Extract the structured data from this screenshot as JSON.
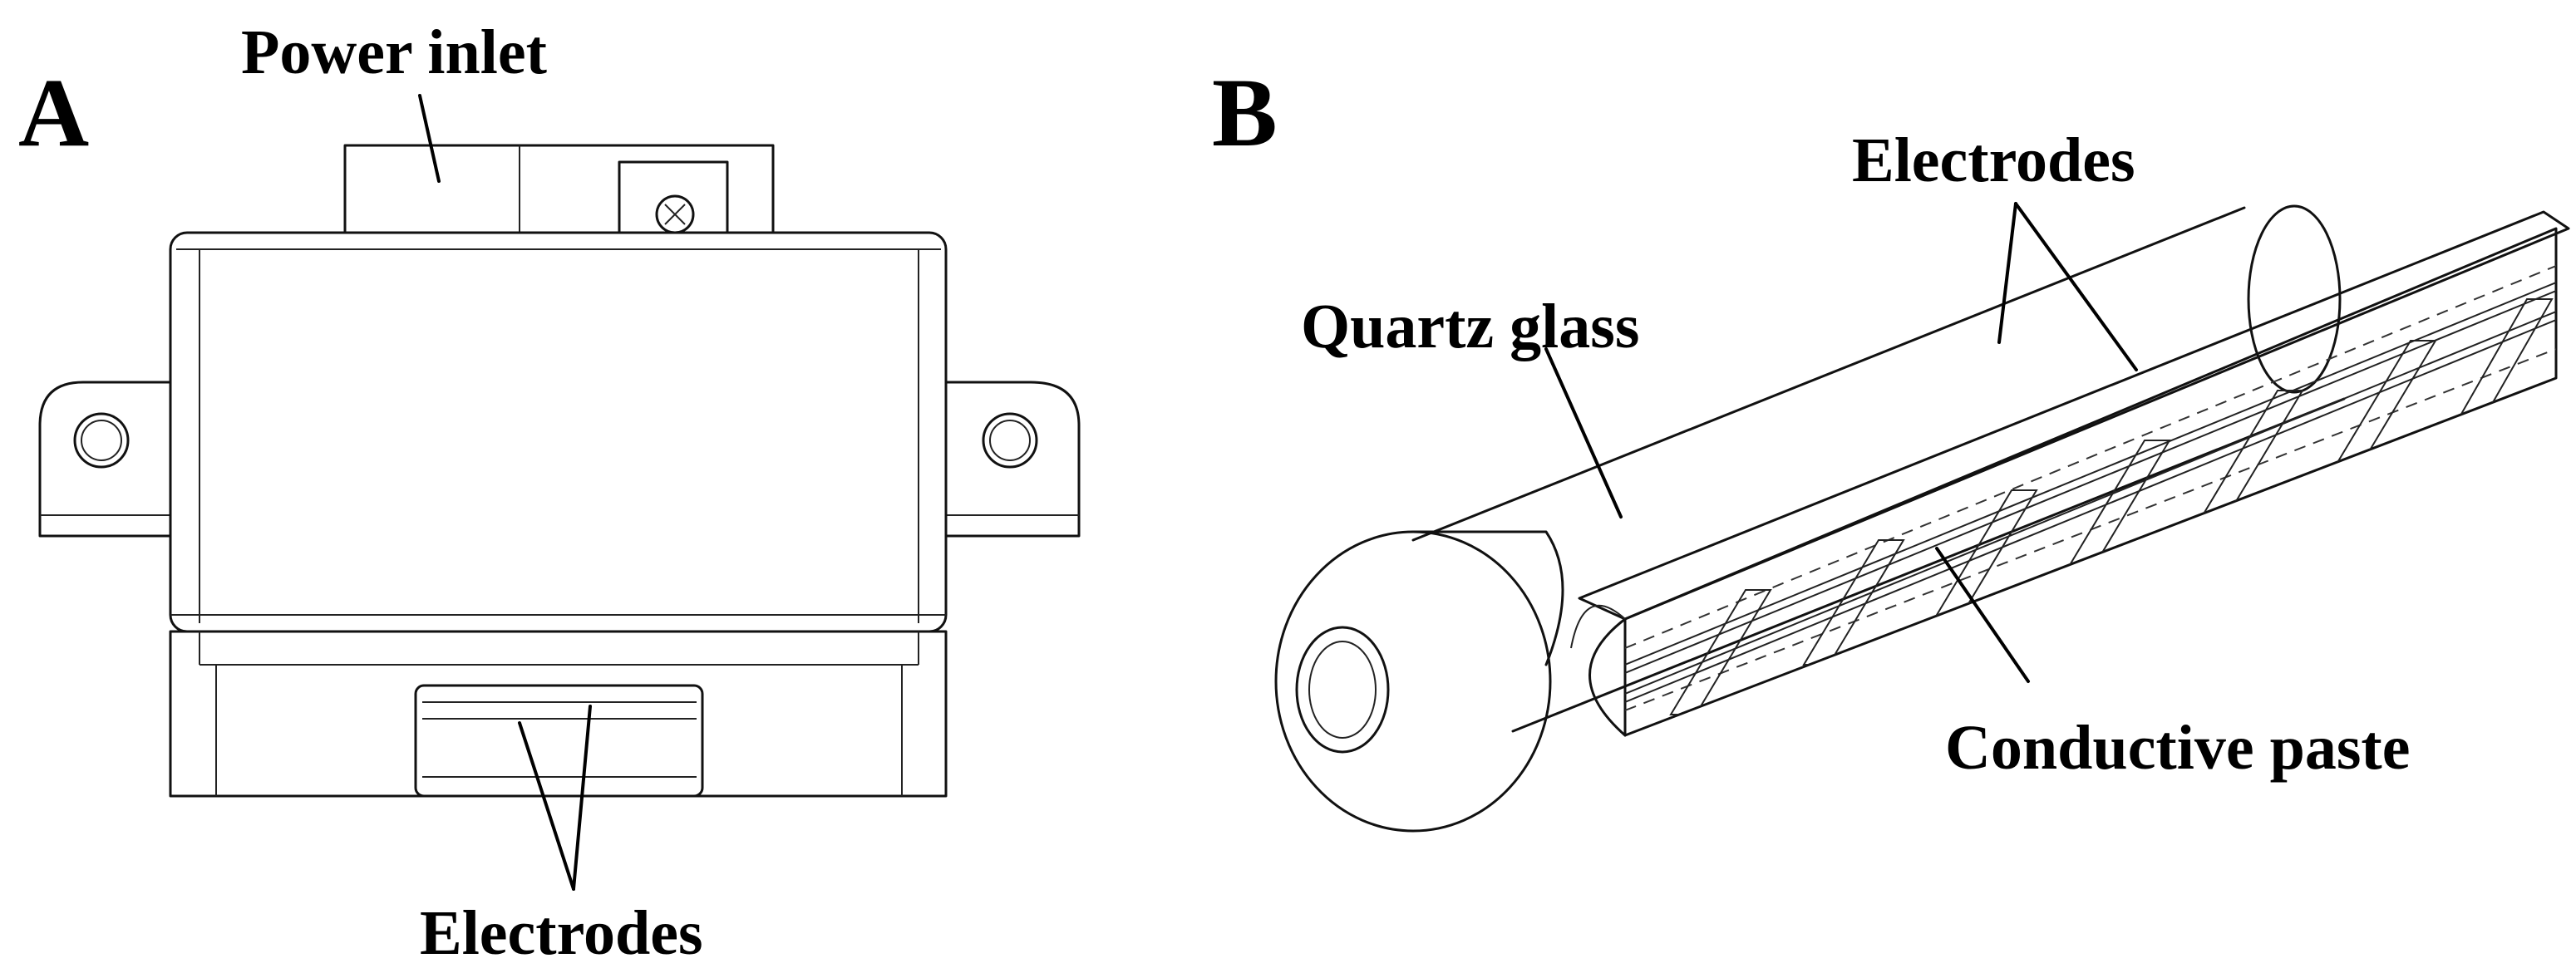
{
  "panels": {
    "a": {
      "letter": "A",
      "labels": {
        "power_inlet": "Power inlet",
        "electrodes": "Electrodes"
      }
    },
    "b": {
      "letter": "B",
      "labels": {
        "quartz_glass": "Quartz glass",
        "electrodes": "Electrodes",
        "conductive_paste": "Conductive paste"
      }
    }
  }
}
